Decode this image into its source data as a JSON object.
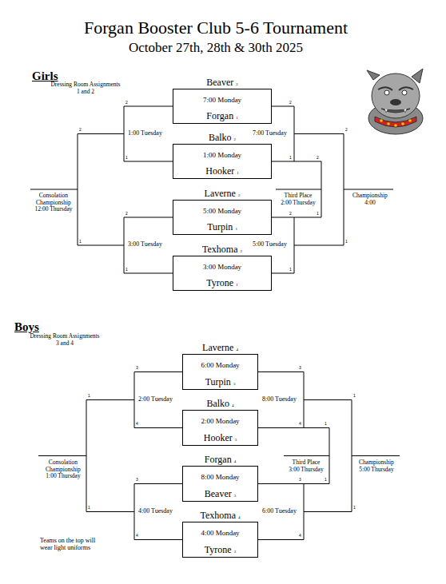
{
  "diagram": {
    "title": "Forgan Booster Club 5-6 Tournament",
    "nodes": [
      {
        "text": [
          "Beaver",
          "2",
          "7:00 Monday",
          "Forgan",
          "1"
        ]
      },
      {
        "text": [
          "Balko",
          "2",
          "1:00 Monday",
          "Hooker",
          "1"
        ]
      },
      {
        "text": [
          "Laverne",
          "2",
          "5:00 Monday",
          "Turpin",
          "1"
        ]
      },
      {
        "text": [
          "Texhoma",
          "2",
          "3:00 Monday",
          "Tyrone",
          "1"
        ]
      },
      {
        "text": [
          "Laverne",
          "4",
          "6:00 Monday",
          "Turpin",
          "3"
        ]
      },
      {
        "text": [
          "Balko",
          "4",
          "2:00 Monday",
          "Hooker",
          "3"
        ]
      },
      {
        "text": [
          "Forgan",
          "4",
          "8:00 Monday",
          "Beaver",
          "3"
        ]
      },
      {
        "text": [
          "Texhoma",
          "4",
          "4:00 Monday",
          "Tyrone",
          "3"
        ]
      }
    ],
    "edges": [
      {
        "from": 0,
        "to": 1,
        "arrow": "none",
        "label": "1:00 Tuesday"
      },
      {
        "from": 0,
        "to": 1,
        "arrow": "none",
        "label": "7:00 Tuesday"
      },
      {
        "from": 2,
        "to": 3,
        "arrow": "none",
        "label": "3:00 Tuesday"
      },
      {
        "from": 2,
        "to": 3,
        "arrow": "none",
        "label": "5:00 Tuesday"
      },
      {
        "from": 4,
        "to": 5,
        "arrow": "none",
        "label": "2:00 Tuesday"
      },
      {
        "from": 4,
        "to": 5,
        "arrow": "none",
        "label": "8:00 Tuesday"
      },
      {
        "from": 6,
        "to": 7,
        "arrow": "none",
        "label": "4:00 Tuesday"
      },
      {
        "from": 6,
        "to": 7,
        "arrow": "none",
        "label": "6:00 Tuesday"
      }
    ],
    "labels": [
      "October 27th, 28th & 30th 2025",
      "Girls",
      "Dressing Room Assignments 1 and 2",
      "Consolation Championship 12:00 Thursday",
      "Third Place 2:00 Thursday",
      "Championship 4:00",
      "Boys",
      "Dressing Room Assignments 3 and 4",
      "Consolation Championship 1:00 Thursday",
      "Third Place 3:00 Thursday",
      "Championship 5:00 Thursday",
      "Teams on the top will wear light uniforms",
      "2",
      "1",
      "2",
      "1",
      "2",
      "1",
      "2",
      "1",
      "2",
      "1",
      "2",
      "1",
      "2",
      "1",
      "3",
      "4",
      "3",
      "4",
      "3",
      "4",
      "3",
      "4",
      "1",
      "1",
      "1",
      "1",
      "1",
      "1"
    ]
  }
}
